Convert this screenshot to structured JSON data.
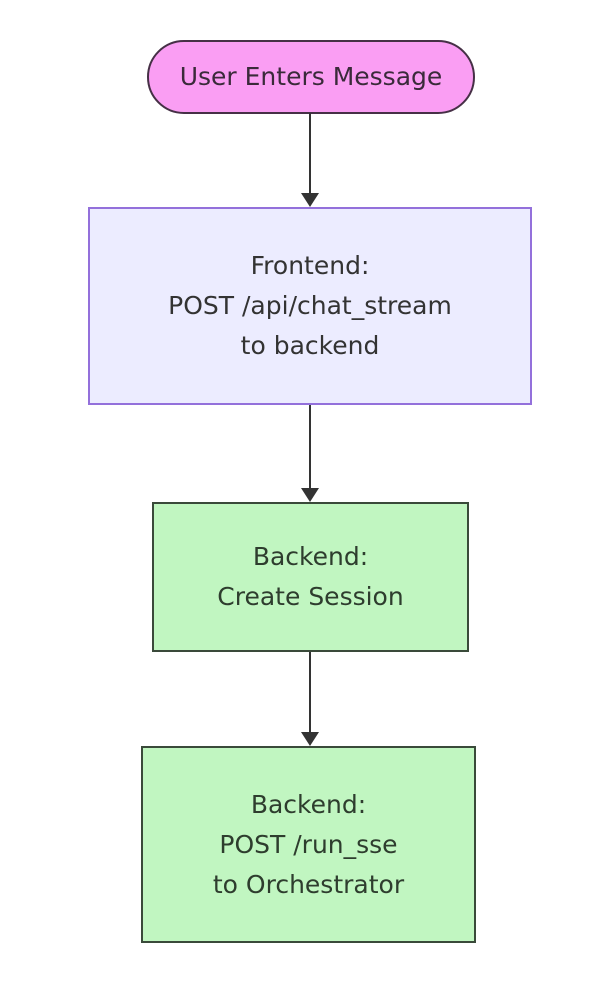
{
  "diagram": {
    "type": "flowchart",
    "direction": "top-down",
    "background_color": "#ffffff",
    "text_color": "#333333",
    "nodes": [
      {
        "id": "user-enters-message",
        "shape": "stadium",
        "fill": "#fa9ef3",
        "stroke": "#463046",
        "lines": [
          "User Enters Message"
        ]
      },
      {
        "id": "frontend-post-chat-stream",
        "shape": "rectangle",
        "fill": "#ececff",
        "stroke": "#9370db",
        "lines": [
          "Frontend:",
          "POST /api/chat_stream",
          "to backend"
        ]
      },
      {
        "id": "backend-create-session",
        "shape": "rectangle",
        "fill": "#c1f6c1",
        "stroke": "#3a4a3a",
        "lines": [
          "Backend:",
          "Create Session"
        ]
      },
      {
        "id": "backend-post-run-sse",
        "shape": "rectangle",
        "fill": "#c1f6c1",
        "stroke": "#3a4a3a",
        "lines": [
          "Backend:",
          "POST /run_sse",
          "to Orchestrator"
        ]
      }
    ],
    "edges": [
      {
        "from": "user-enters-message",
        "to": "frontend-post-chat-stream",
        "color": "#333333",
        "arrowhead": "triangle-down"
      },
      {
        "from": "frontend-post-chat-stream",
        "to": "backend-create-session",
        "color": "#333333",
        "arrowhead": "triangle-down"
      },
      {
        "from": "backend-create-session",
        "to": "backend-post-run-sse",
        "color": "#333333",
        "arrowhead": "triangle-down"
      }
    ]
  }
}
